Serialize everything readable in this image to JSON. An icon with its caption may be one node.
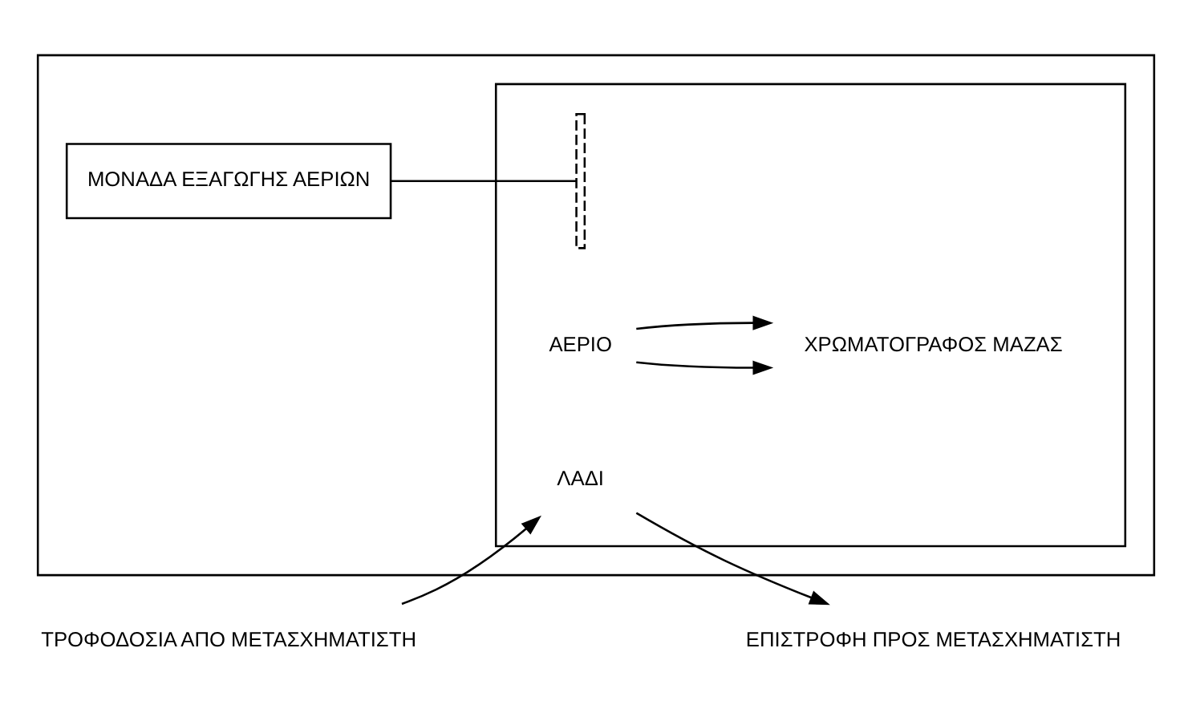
{
  "diagram": {
    "nodes": [
      {
        "text": [],
        "shape": "box"
      },
      {
        "text": [],
        "shape": "box",
        "in": 0
      },
      {
        "text": [
          "ΛΑΔΙ"
        ],
        "in": 1
      },
      {
        "text": [],
        "shape": "bar",
        "in": 1
      },
      {
        "text": [
          "ΑΕΡΙΟ"
        ],
        "in": 1
      },
      {
        "text": [
          "ΧΡΩΜΑΤΟΓΡΑΦΟΣ ΜΑΖΑΣ"
        ],
        "in": 1
      },
      {
        "text": [
          "ΜΟΝΑΔΑ ΕΞΑΓΩΓΗΣ ΑΕΡΙΩΝ"
        ],
        "in": 0
      },
      {
        "text": [
          "ΕΠΙΣΤΡΟΦΗ ΠΡΟΣ ΜΕΤΑΣΧΗΜΑΤΙΣΤΗ"
        ]
      },
      {
        "text": [
          "ΤΡΟΦΟΔΟΣΙΑ ΑΠΟ ΜΕΤΑΣΧΗΜΑΤΙΣΤΗ"
        ]
      }
    ],
    "edges": [
      {
        "from": 8,
        "to": 2,
        "arrow": "to"
      },
      {
        "from": 2,
        "to": 7,
        "arrow": "to"
      },
      {
        "from": 4,
        "to": 5,
        "arrow": "to"
      },
      {
        "from": 4,
        "to": 5,
        "arrow": "to"
      },
      {
        "from": 6,
        "to": 3,
        "arrow": "none"
      }
    ]
  }
}
